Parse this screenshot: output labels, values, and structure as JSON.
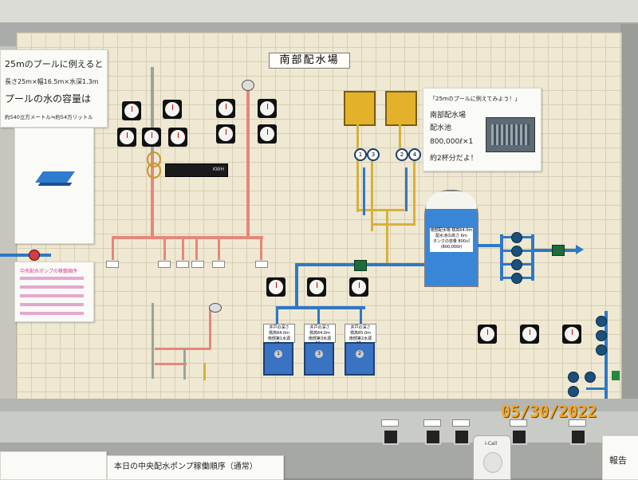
{
  "photo": {
    "date_stamp": "05/30/2022"
  },
  "board": {
    "title": "南部配水場"
  },
  "left_card": {
    "line1": "25mのプールに例えると",
    "line2": "長さ25m×幅16.5m×水深1.3m",
    "line3": "プールの水の容量は",
    "line4": "約540立方メートル≒約54万リットル"
  },
  "right_card": {
    "line1": "「25mのプールに例えてみよう！」",
    "line2": "南部配水場",
    "line3": "配水池",
    "line4": "800,000ℓ×1",
    "line5": "約2杯分だよ！"
  },
  "tank": {
    "line1": "南部配水場 標高64.0m",
    "line2": "配水池の高さ 6m",
    "line3": "タンクの容量 800㎥",
    "line4": "(800,000ℓ)"
  },
  "wells": [
    {
      "line1": "井戸の深さ",
      "line2": "標高64.0m",
      "line3": "南部第1水源15m",
      "number": "1"
    },
    {
      "line1": "井戸の深さ",
      "line2": "標高64.0m",
      "line3": "南部第3水源50m",
      "number": "3"
    },
    {
      "line1": "井戸の深さ",
      "line2": "標高65.0m",
      "line3": "南部第2水源27m",
      "number": "2"
    }
  ],
  "yellow_pump_numbers": [
    "1",
    "3",
    "2",
    "4"
  ],
  "display_readout": "KWH",
  "bottom_sign": "本日の中央配水ポンプ稼働順序（通常）",
  "right_bottom_sign": "報告",
  "device": {
    "brand": "i-Call"
  },
  "pink_card_header": "中央配水ポンプの稼働順序",
  "colors": {
    "red_pipe": "#e5877a",
    "yellow_pipe": "#d7b13c",
    "blue_pipe": "#2f78c4",
    "date_stamp": "#f5a623"
  }
}
